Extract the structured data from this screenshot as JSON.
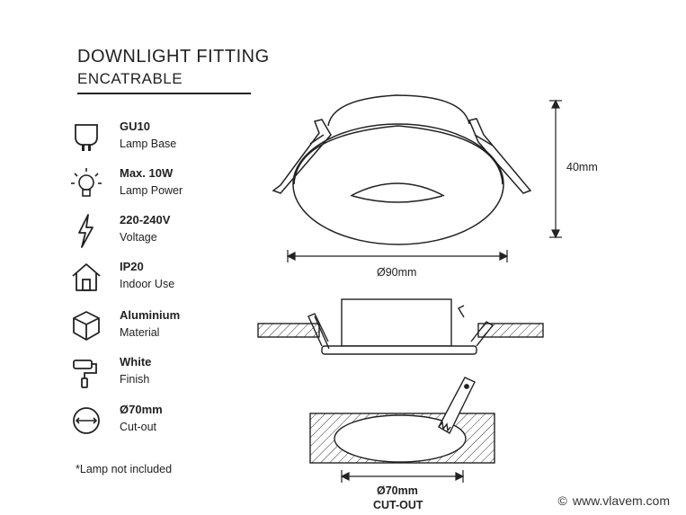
{
  "header": {
    "title": "DOWNLIGHT FITTING",
    "subtitle": "ENCATRABLE"
  },
  "specs": [
    {
      "icon": "gu10-bulb-icon",
      "value": "GU10",
      "label": "Lamp Base"
    },
    {
      "icon": "light-bulb-icon",
      "value": "Max. 10W",
      "label": "Lamp Power"
    },
    {
      "icon": "lightning-icon",
      "value": "220-240V",
      "label": "Voltage"
    },
    {
      "icon": "house-icon",
      "value": "IP20",
      "label": "Indoor Use"
    },
    {
      "icon": "cube-icon",
      "value": "Aluminium",
      "label": "Material"
    },
    {
      "icon": "paint-roller-icon",
      "value": "White",
      "label": "Finish"
    },
    {
      "icon": "diameter-icon",
      "value": "Ø70mm",
      "label": "Cut-out"
    }
  ],
  "note": "*Lamp not included",
  "dimensions": {
    "height": "40mm",
    "diameter": "Ø90mm",
    "cutout_value": "Ø70mm",
    "cutout_label": "CUT-OUT"
  },
  "watermark": {
    "symbol": "©",
    "text": "www.vlavem.com"
  }
}
